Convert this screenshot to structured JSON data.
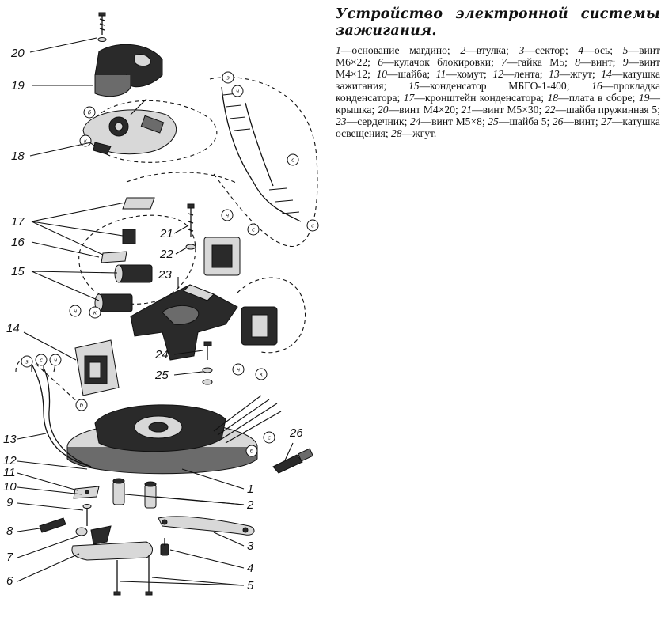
{
  "caption": {
    "title": "Устройство электронной системы зажигания.",
    "legend": [
      {
        "num": "1",
        "text": "основание магдино"
      },
      {
        "num": "2",
        "text": "втулка"
      },
      {
        "num": "3",
        "text": "сектор"
      },
      {
        "num": "4",
        "text": "ось"
      },
      {
        "num": "5",
        "text": "винт М6×22"
      },
      {
        "num": "6",
        "text": "кулачок блокировки"
      },
      {
        "num": "7",
        "text": "гайка М5"
      },
      {
        "num": "8",
        "text": "винт"
      },
      {
        "num": "9",
        "text": "винт М4×12"
      },
      {
        "num": "10",
        "text": "шайба"
      },
      {
        "num": "11",
        "text": "хомут"
      },
      {
        "num": "12",
        "text": "лента"
      },
      {
        "num": "13",
        "text": "жгут"
      },
      {
        "num": "14",
        "text": "катушка зажигания"
      },
      {
        "num": "15",
        "text": "конденсатор МБГО-1-400"
      },
      {
        "num": "16",
        "text": "прокладка конденсатора"
      },
      {
        "num": "17",
        "text": "кронштейн конденсатора"
      },
      {
        "num": "18",
        "text": "плата в сборе"
      },
      {
        "num": "19",
        "text": "крышка"
      },
      {
        "num": "20",
        "text": "винт М4×20"
      },
      {
        "num": "21",
        "text": "винт М5×30"
      },
      {
        "num": "22",
        "text": "шайба пружинная 5"
      },
      {
        "num": "23",
        "text": "сердечник"
      },
      {
        "num": "24",
        "text": "винт М5×8"
      },
      {
        "num": "25",
        "text": "шайба 5"
      },
      {
        "num": "26",
        "text": "винт"
      },
      {
        "num": "27",
        "text": "катушка освещения"
      },
      {
        "num": "28",
        "text": "жгут"
      }
    ]
  },
  "callouts": [
    {
      "id": "20",
      "label": "20"
    },
    {
      "id": "19",
      "label": "19"
    },
    {
      "id": "18",
      "label": "18"
    },
    {
      "id": "17",
      "label": "17"
    },
    {
      "id": "16",
      "label": "16"
    },
    {
      "id": "15",
      "label": "15"
    },
    {
      "id": "14",
      "label": "14"
    },
    {
      "id": "13",
      "label": "13"
    },
    {
      "id": "12",
      "label": "12"
    },
    {
      "id": "11",
      "label": "11"
    },
    {
      "id": "10",
      "label": "10"
    },
    {
      "id": "9",
      "label": "9"
    },
    {
      "id": "8",
      "label": "8"
    },
    {
      "id": "7",
      "label": "7"
    },
    {
      "id": "6",
      "label": "6"
    },
    {
      "id": "21",
      "label": "21"
    },
    {
      "id": "22",
      "label": "22"
    },
    {
      "id": "23",
      "label": "23"
    },
    {
      "id": "24",
      "label": "24"
    },
    {
      "id": "25",
      "label": "25"
    },
    {
      "id": "26",
      "label": "26"
    },
    {
      "id": "1",
      "label": "1"
    },
    {
      "id": "2",
      "label": "2"
    },
    {
      "id": "3",
      "label": "3"
    },
    {
      "id": "4",
      "label": "4"
    },
    {
      "id": "5",
      "label": "5"
    }
  ],
  "wire_tags": [
    "б",
    "ч",
    "к",
    "с",
    "з"
  ]
}
